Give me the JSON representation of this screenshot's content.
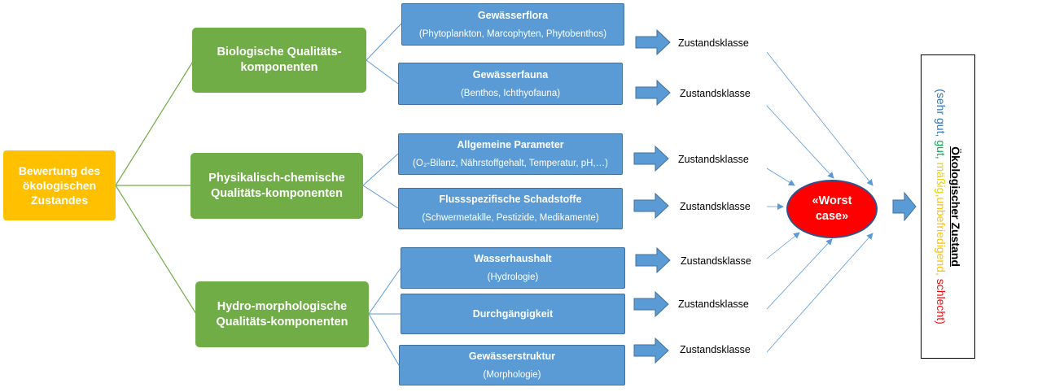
{
  "root": {
    "line1": "Bewertung des",
    "line2": "ökologischen",
    "line3": "Zustandes"
  },
  "categories": [
    {
      "line1": "Biologische Qualitäts-",
      "line2": "komponenten"
    },
    {
      "line1": "Physikalisch-chemische",
      "line2": "Qualitäts-komponenten"
    },
    {
      "line1": "Hydro-morphologische",
      "line2": "Qualitäts-komponenten"
    }
  ],
  "components": [
    {
      "title": "Gewässerflora",
      "subtitle": "(Phytoplankton, Marcophyten, Phytobenthos)"
    },
    {
      "title": "Gewässerfauna",
      "subtitle": "(Benthos, Ichthyofauna)"
    },
    {
      "title": "Allgemeine Parameter",
      "subtitle": "(O₂-Bilanz, Nährstoffgehalt, Temperatur, pH,…)"
    },
    {
      "title": "Flussspezifische Schadstoffe",
      "subtitle": "(Schwermetaklle, Pestizide, Medikamente)"
    },
    {
      "title": "Wasserhaushalt",
      "subtitle": "(Hydrologie)"
    },
    {
      "title": "Durchgängigkeit"
    },
    {
      "title": "Gewässerstruktur",
      "subtitle": "(Morphologie)"
    }
  ],
  "zustandsklasse_label": "Zustandsklasse",
  "worst_case": {
    "line1": "«Worst",
    "line2": "case»"
  },
  "result": {
    "title": "Ökologischer Zustand",
    "open": "(",
    "sehr_gut": "sehr gut",
    "gut": "gut",
    "maessig": "mäßig",
    "unbefriedigend": "unbefriedigend",
    "schlecht": "schlecht",
    "close": ")",
    "sep": ", "
  },
  "colors": {
    "root": "#ffc000",
    "category": "#70ad47",
    "component": "#5b9bd5",
    "worst_case": "#ff0000",
    "sehr_gut": "#2e75b6",
    "gut": "#00b050",
    "maessig": "#ffff00",
    "unbefriedigend": "#ffc000",
    "schlecht": "#ff0000"
  }
}
